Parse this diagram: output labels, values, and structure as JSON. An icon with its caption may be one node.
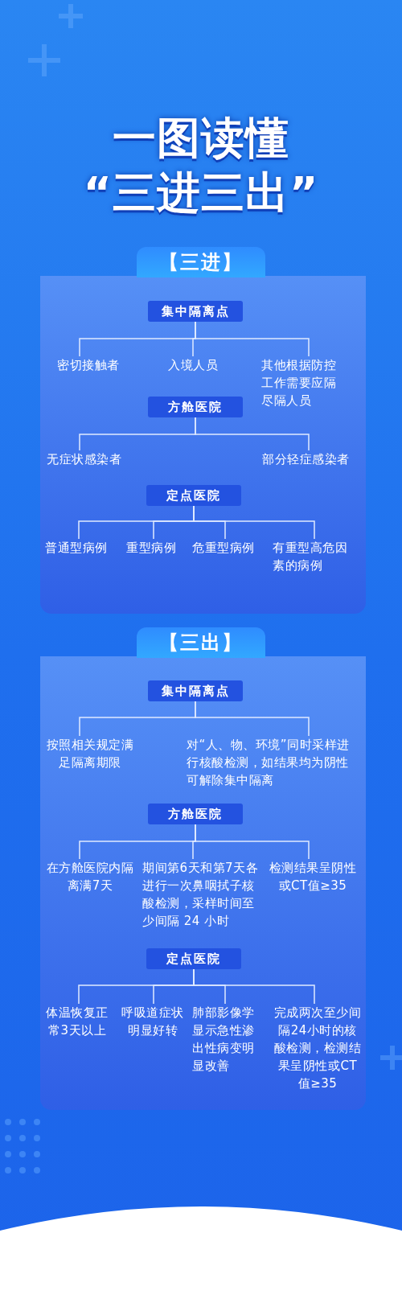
{
  "diagram": {
    "title": "一图读懂 “三进三出”",
    "nodes": [
      {
        "text": [
          "【三进】"
        ]
      },
      {
        "text": [
          "集中隔离点"
        ],
        "in": 0
      },
      {
        "text": [
          "密切接触者"
        ],
        "in": 0
      },
      {
        "text": [
          "入境人员"
        ],
        "in": 0
      },
      {
        "text": [
          "其他根据防控工作需要应隔尽隔人员"
        ],
        "in": 0
      },
      {
        "text": [
          "方舱医院"
        ],
        "in": 0
      },
      {
        "text": [
          "无症状感染者"
        ],
        "in": 0
      },
      {
        "text": [
          "部分轻症感染者"
        ],
        "in": 0
      },
      {
        "text": [
          "定点医院"
        ],
        "in": 0
      },
      {
        "text": [
          "普通型病例"
        ],
        "in": 0
      },
      {
        "text": [
          "重型病例"
        ],
        "in": 0
      },
      {
        "text": [
          "危重型病例"
        ],
        "in": 0
      },
      {
        "text": [
          "有重型高危因素的病例"
        ],
        "in": 0
      },
      {
        "text": [
          "【三出】"
        ]
      },
      {
        "text": [
          "集中隔离点"
        ],
        "in": 13
      },
      {
        "text": [
          "按照相关规定满足隔离期限"
        ],
        "in": 13
      },
      {
        "text": [
          "对“人、物、环境”同时采样进行核酸检测，如结果均为阴性可解除集中隔离"
        ],
        "in": 13
      },
      {
        "text": [
          "方舱医院"
        ],
        "in": 13
      },
      {
        "text": [
          "在方舱医院内隔离满7天"
        ],
        "in": 13
      },
      {
        "text": [
          "期间第6天和第7天各进行一次鼻咽拭子核酸检测，采样时间至少间隔 24 小时"
        ],
        "in": 13
      },
      {
        "text": [
          "检测结果呈阴性或CT值≥35"
        ],
        "in": 13
      },
      {
        "text": [
          "定点医院"
        ],
        "in": 13
      },
      {
        "text": [
          "体温恢复正常3天以上"
        ],
        "in": 13
      },
      {
        "text": [
          "呼吸道症状明显好转"
        ],
        "in": 13
      },
      {
        "text": [
          "肺部影像学显示急性渗出性病变明显改善"
        ],
        "in": 13
      },
      {
        "text": [
          "完成两次至少间隔24小时的核酸检测，检测结果呈阴性或CT值≥35"
        ],
        "in": 13
      }
    ],
    "edges": [
      {
        "from": 1,
        "to": 2,
        "arrow": "none"
      },
      {
        "from": 1,
        "to": 3,
        "arrow": "none"
      },
      {
        "from": 1,
        "to": 4,
        "arrow": "none"
      },
      {
        "from": 5,
        "to": 6,
        "arrow": "none"
      },
      {
        "from": 5,
        "to": 7,
        "arrow": "none"
      },
      {
        "from": 8,
        "to": 9,
        "arrow": "none"
      },
      {
        "from": 8,
        "to": 10,
        "arrow": "none"
      },
      {
        "from": 8,
        "to": 11,
        "arrow": "none"
      },
      {
        "from": 8,
        "to": 12,
        "arrow": "none"
      },
      {
        "from": 14,
        "to": 15,
        "arrow": "none"
      },
      {
        "from": 14,
        "to": 16,
        "arrow": "none"
      },
      {
        "from": 17,
        "to": 18,
        "arrow": "none"
      },
      {
        "from": 17,
        "to": 19,
        "arrow": "none"
      },
      {
        "from": 17,
        "to": 20,
        "arrow": "none"
      },
      {
        "from": 21,
        "to": 22,
        "arrow": "none"
      },
      {
        "from": 21,
        "to": 23,
        "arrow": "none"
      },
      {
        "from": 21,
        "to": 24,
        "arrow": "none"
      },
      {
        "from": 21,
        "to": 25,
        "arrow": "none"
      }
    ]
  }
}
